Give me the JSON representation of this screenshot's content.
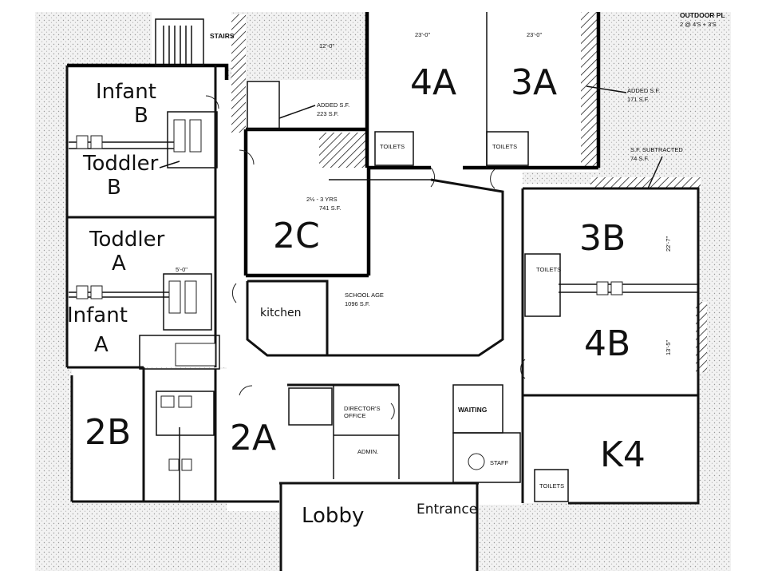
{
  "rooms": {
    "infant_b": [
      "Infant",
      "B"
    ],
    "toddler_b": [
      "Toddler",
      "B"
    ],
    "toddler_a": [
      "Toddler",
      "A"
    ],
    "infant_a": [
      "Infant",
      "A"
    ],
    "r2b": "2B",
    "r2a": "2A",
    "r2c": "2C",
    "r4a": "4A",
    "r3a": "3A",
    "r3b": "3B",
    "r4b": "4B",
    "k4": "K4",
    "kitchen": "kitchen",
    "lobby": "Lobby",
    "entrance": "Entrance"
  },
  "printed": {
    "stairs": "STAIRS",
    "outdoor": "OUTDOOR PL",
    "outdoor_sub": "2 @ 4'S + 3'S",
    "added_sf_left": [
      "ADDED S.F.",
      "223 S.F."
    ],
    "added_sf_right": [
      "ADDED S.F.",
      "171 S.F."
    ],
    "sf_subtracted": [
      "S.F. SUBTRACTED",
      "74 S.F."
    ],
    "age_2c": [
      "2½ - 3 YRS",
      "741 S.F."
    ],
    "school_age": [
      "SCHOOL AGE",
      "1096 S.F."
    ],
    "directors_office": [
      "DIRECTOR'S",
      "OFFICE"
    ],
    "admin": "ADMIN.",
    "waiting": "WAITING",
    "staff": "STAFF",
    "toilets": "TOILETS",
    "dim_23_left": "23'-0\"",
    "dim_23_right": "23'-0\"",
    "dim_12": "12'-0\"",
    "dim_5": "5'-0\"",
    "dim_22": "22'-7\"",
    "dim_13": "13'-5\""
  }
}
